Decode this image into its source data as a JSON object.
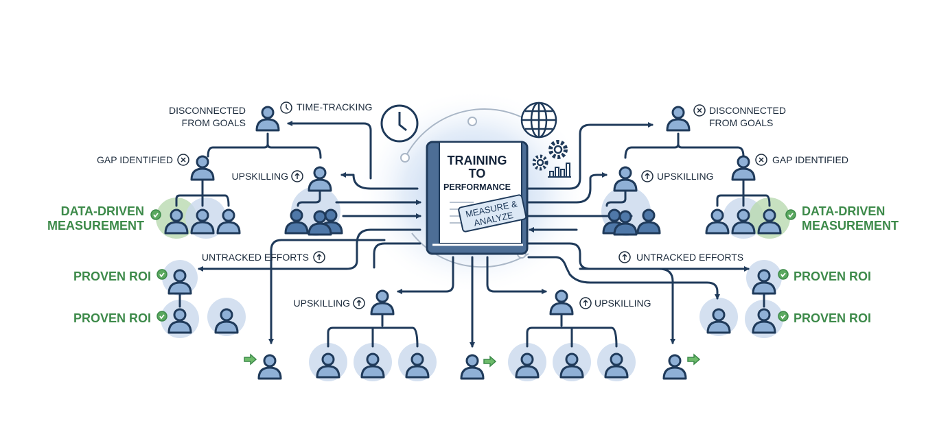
{
  "center": {
    "title_line1": "TRAINING",
    "title_line2": "TO",
    "title_line3": "PERFORMANCE",
    "stamp_line1": "MEASURE &",
    "stamp_line2": "ANALYZE"
  },
  "labels": {
    "disconnected_left_1": "DISCONNECTED",
    "disconnected_left_2": "FROM GOALS",
    "time_tracking": "TIME-TRACKING",
    "gap_left": "GAP IDENTIFIED",
    "upskilling_left": "UPSKILLING",
    "data_driven_left_1": "DATA-DRIVEN",
    "data_driven_left_2": "MEASUREMENT",
    "untracked_left": "UNTRACKED EFFORTS",
    "roi_left_1": "PROVEN ROI",
    "roi_left_2": "PROVEN ROI",
    "upskilling_bottom_left": "UPSKILLING",
    "upskilling_bottom_right": "UPSKILLING",
    "disconnected_right_1": "DISCONNECTED",
    "disconnected_right_2": "FROM GOALS",
    "upskilling_right": "UPSKILLING",
    "gap_right": "GAP IDENTIFIED",
    "data_driven_right_1": "DATA-DRIVEN",
    "data_driven_right_2": "MEASUREMENT",
    "untracked_right": "UNTRACKED EFFORTS",
    "roi_right_1": "PROVEN ROI",
    "roi_right_2": "PROVEN ROI"
  },
  "colors": {
    "navy": "#1f3a5a",
    "person": "#8fb0d6",
    "person_dark": "#4f78a8",
    "green": "#3d8a4a",
    "halo": "#c9d8ec",
    "green_halo": "#b9d9b0"
  }
}
